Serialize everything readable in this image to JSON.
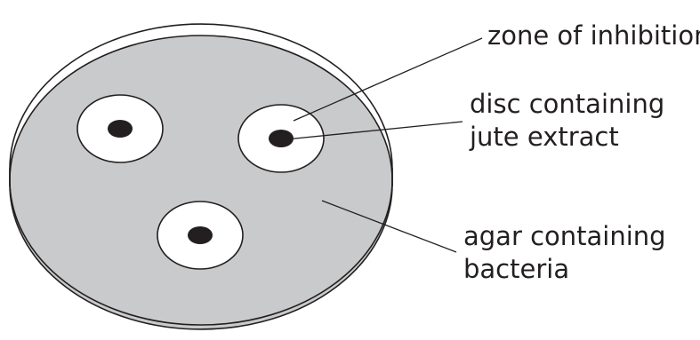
{
  "labels": {
    "zone": "zone of inhibition",
    "disc_line1": "disc containing",
    "disc_line2": "jute extract",
    "agar_line1": "agar containing",
    "agar_line2": "bacteria"
  },
  "colors": {
    "agar_fill": "#c9cacb",
    "zone_fill": "#ffffff",
    "disc_fill": "#231f20",
    "outline": "#231f20",
    "background": "#ffffff"
  }
}
